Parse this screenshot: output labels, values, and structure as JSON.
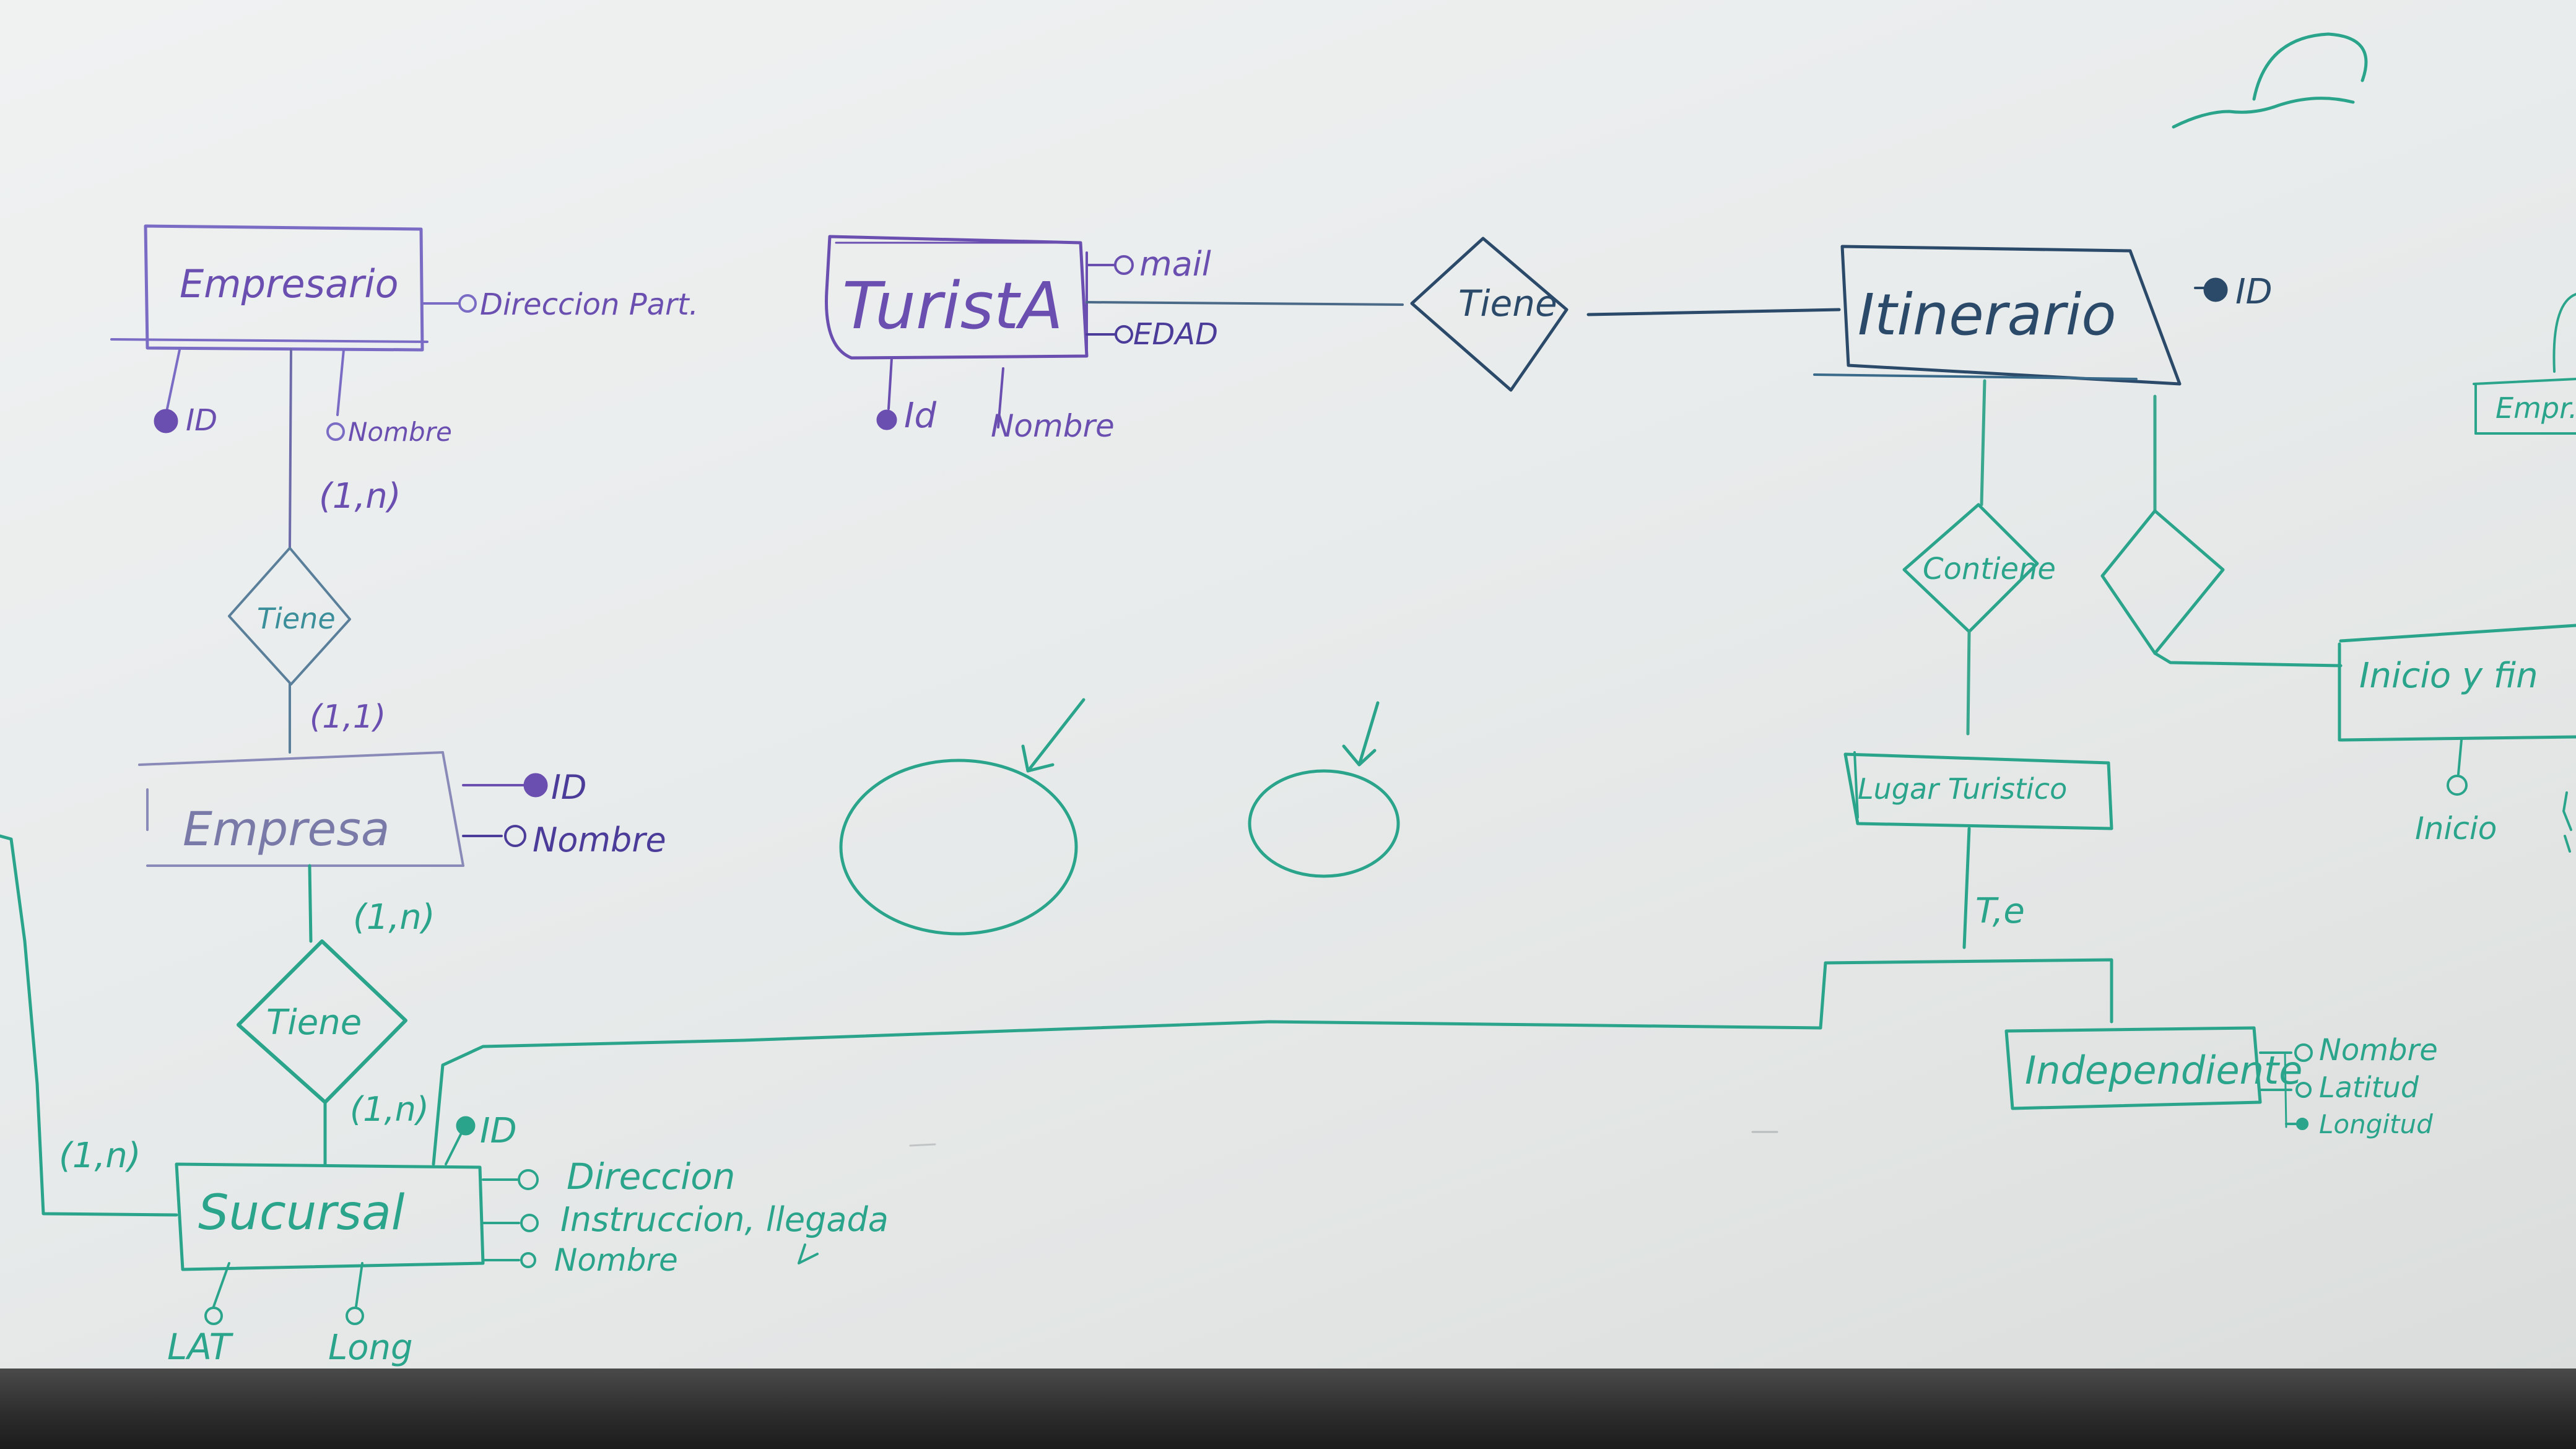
{
  "colors": {
    "purple": "#6a4fb0",
    "purple_dark": "#4b3c9a",
    "green": "#2aa58c",
    "teal": "#3a8f9a",
    "board": "#eceeee"
  },
  "entities": {
    "empresario": {
      "label": "Empresario"
    },
    "empresa": {
      "label": "Empresa"
    },
    "sucursal": {
      "label": "Sucursal"
    },
    "turista": {
      "label": "TuristA"
    },
    "itinerario": {
      "label": "Itinerario"
    },
    "lugar_turistico": {
      "label": "Lugar Turistico"
    },
    "independiente": {
      "label": "Independiente"
    },
    "inicio_fin": {
      "label": "Inicio y fin"
    },
    "empresa_partial": {
      "label": "Empr..."
    }
  },
  "relationships": {
    "tiene_empresario_empresa": {
      "label": "Tiene"
    },
    "tiene_empresa_sucursal": {
      "label": "Tiene"
    },
    "tiene_turista_itinerario": {
      "label": "Tiene"
    },
    "contiene": {
      "label": "Contiene"
    }
  },
  "attributes": {
    "empresario_direccion": "Direccion Part.",
    "empresario_id": "ID",
    "empresario_nombre": "Nombre",
    "turista_mail": "mail",
    "turista_edad": "EDAD",
    "turista_id": "Id",
    "turista_nombre": "Nombre",
    "itinerario_id": "ID",
    "empresa_id": "ID",
    "empresa_nombre": "Nombre",
    "sucursal_id": "ID",
    "sucursal_direccion": "Direccion",
    "sucursal_instruccion": "Instruccion, llegada",
    "sucursal_nombre": "Nombre",
    "sucursal_lat": "LAT",
    "sucursal_long": "Long",
    "independiente_nombre": "Nombre",
    "independiente_latitud": "Latitud",
    "independiente_longitud": "Longitud",
    "inicio": "Inicio"
  },
  "cardinalities": {
    "empresario_tiene": "(1,n)",
    "empresa_tiene_top": "(1,1)",
    "empresa_tiene_bottom": "(1,n)",
    "sucursal_tiene": "(1,n)",
    "sucursal_left": "(1,n)"
  },
  "specialization": {
    "label": "T,e"
  }
}
